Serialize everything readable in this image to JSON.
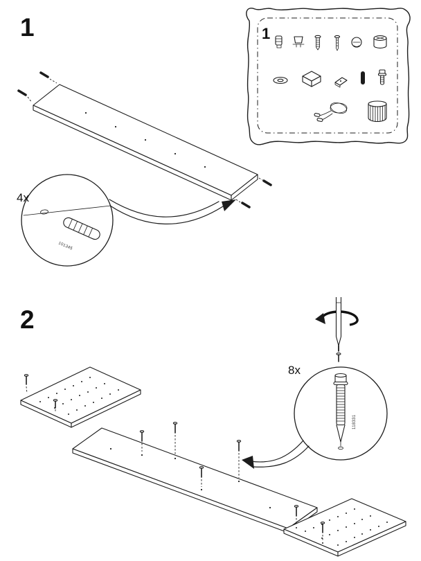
{
  "document": {
    "type": "furniture-assembly-instructions",
    "background_color": "#ffffff",
    "line_color": "#1c1c1c"
  },
  "steps": [
    {
      "number": "1"
    },
    {
      "number": "2"
    }
  ],
  "parts_box": {
    "step_label": "1",
    "icons": [
      "corner-fitting",
      "plastic-cap",
      "wood-screw",
      "flat-head-screw",
      "cam-lock",
      "cam-housing",
      "washer",
      "cover-cap",
      "shelf-bracket",
      "metal-dowel",
      "connector-bolt",
      "cord-with-ferrules",
      "ribbed-knob"
    ]
  },
  "callouts": [
    {
      "quantity": "4x",
      "part_number": "101345",
      "part_icon": "wood-dowel-icon"
    },
    {
      "quantity": "8x",
      "part_number": "118331",
      "part_icon": "connector-screw-icon"
    }
  ],
  "tools": [
    {
      "tool_icon": "screwdriver-icon",
      "action_icon": "rotate-arrow-icon"
    }
  ]
}
